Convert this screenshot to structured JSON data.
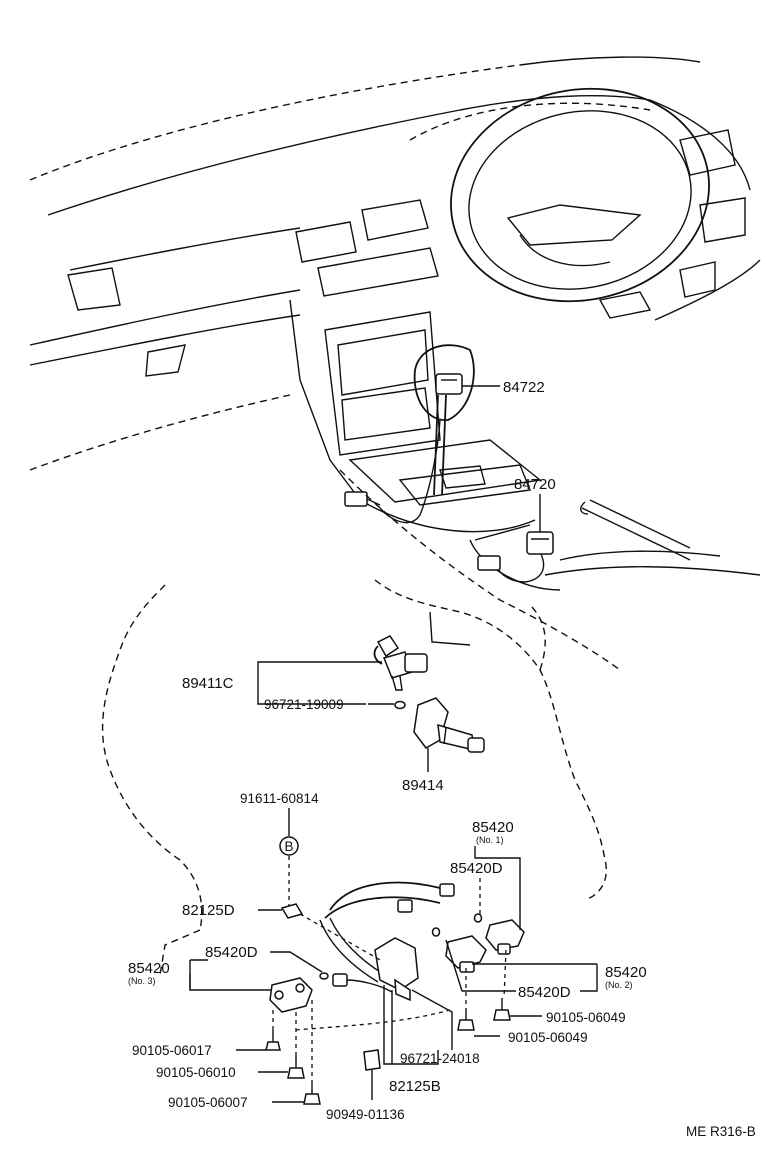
{
  "diagram": {
    "ref_code": "ME R316-B",
    "parts": {
      "p84722": "84722",
      "p84720": "84720",
      "p89411C": "89411C",
      "p96721_19009": "96721-19009",
      "p89414": "89414",
      "p91611_60814": "91611-60814",
      "p82125D": "82125D",
      "p85420_no1": "85420",
      "p85420_no1_sub": "(No. 1)",
      "p85420D_a": "85420D",
      "p85420D_b": "85420D",
      "p85420D_c": "85420D",
      "p85420_no3": "85420",
      "p85420_no3_sub": "(No. 3)",
      "p85420_no2": "85420",
      "p85420_no2_sub": "(No. 2)",
      "p90105_06049_a": "90105-06049",
      "p90105_06049_b": "90105-06049",
      "p90105_06017": "90105-06017",
      "p90105_06010": "90105-06010",
      "p90105_06007": "90105-06007",
      "p96721_24018": "96721-24018",
      "p82125B": "82125B",
      "p90949_01136": "90949-01136"
    },
    "callout_B": "B"
  }
}
